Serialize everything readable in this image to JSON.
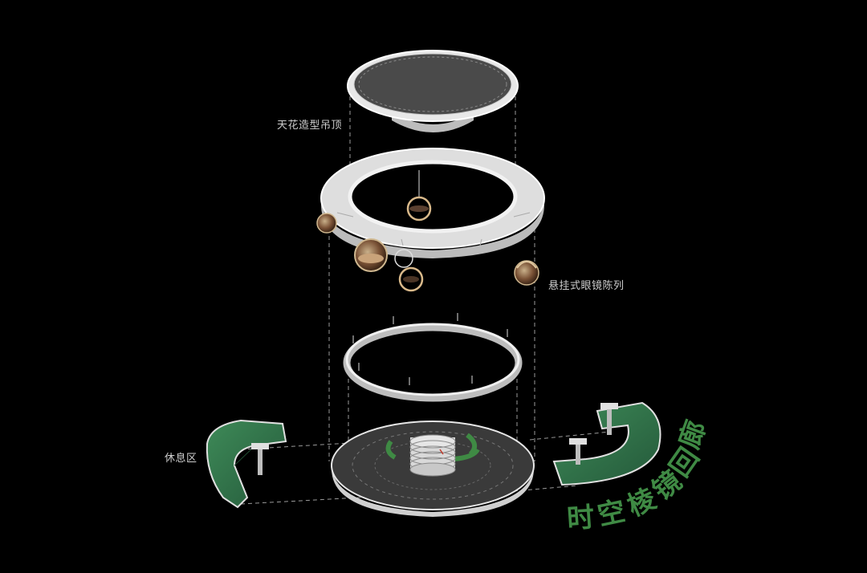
{
  "labels": {
    "ceiling": "天花造型吊顶",
    "hanging_display": "悬挂式眼镜陈列",
    "rest_area": "休息区"
  },
  "title": {
    "chars": [
      "时",
      "空",
      "棱",
      "镜",
      "回",
      "廊"
    ]
  },
  "colors": {
    "background": "#000000",
    "accent_green": "#3f8a44",
    "bench_green": "#2f6e47",
    "label_gray": "#cfcfcf",
    "metal_white": "#e6e6e6",
    "dark_gray": "#3a3a3a",
    "orb_brown": "#7a5236"
  }
}
